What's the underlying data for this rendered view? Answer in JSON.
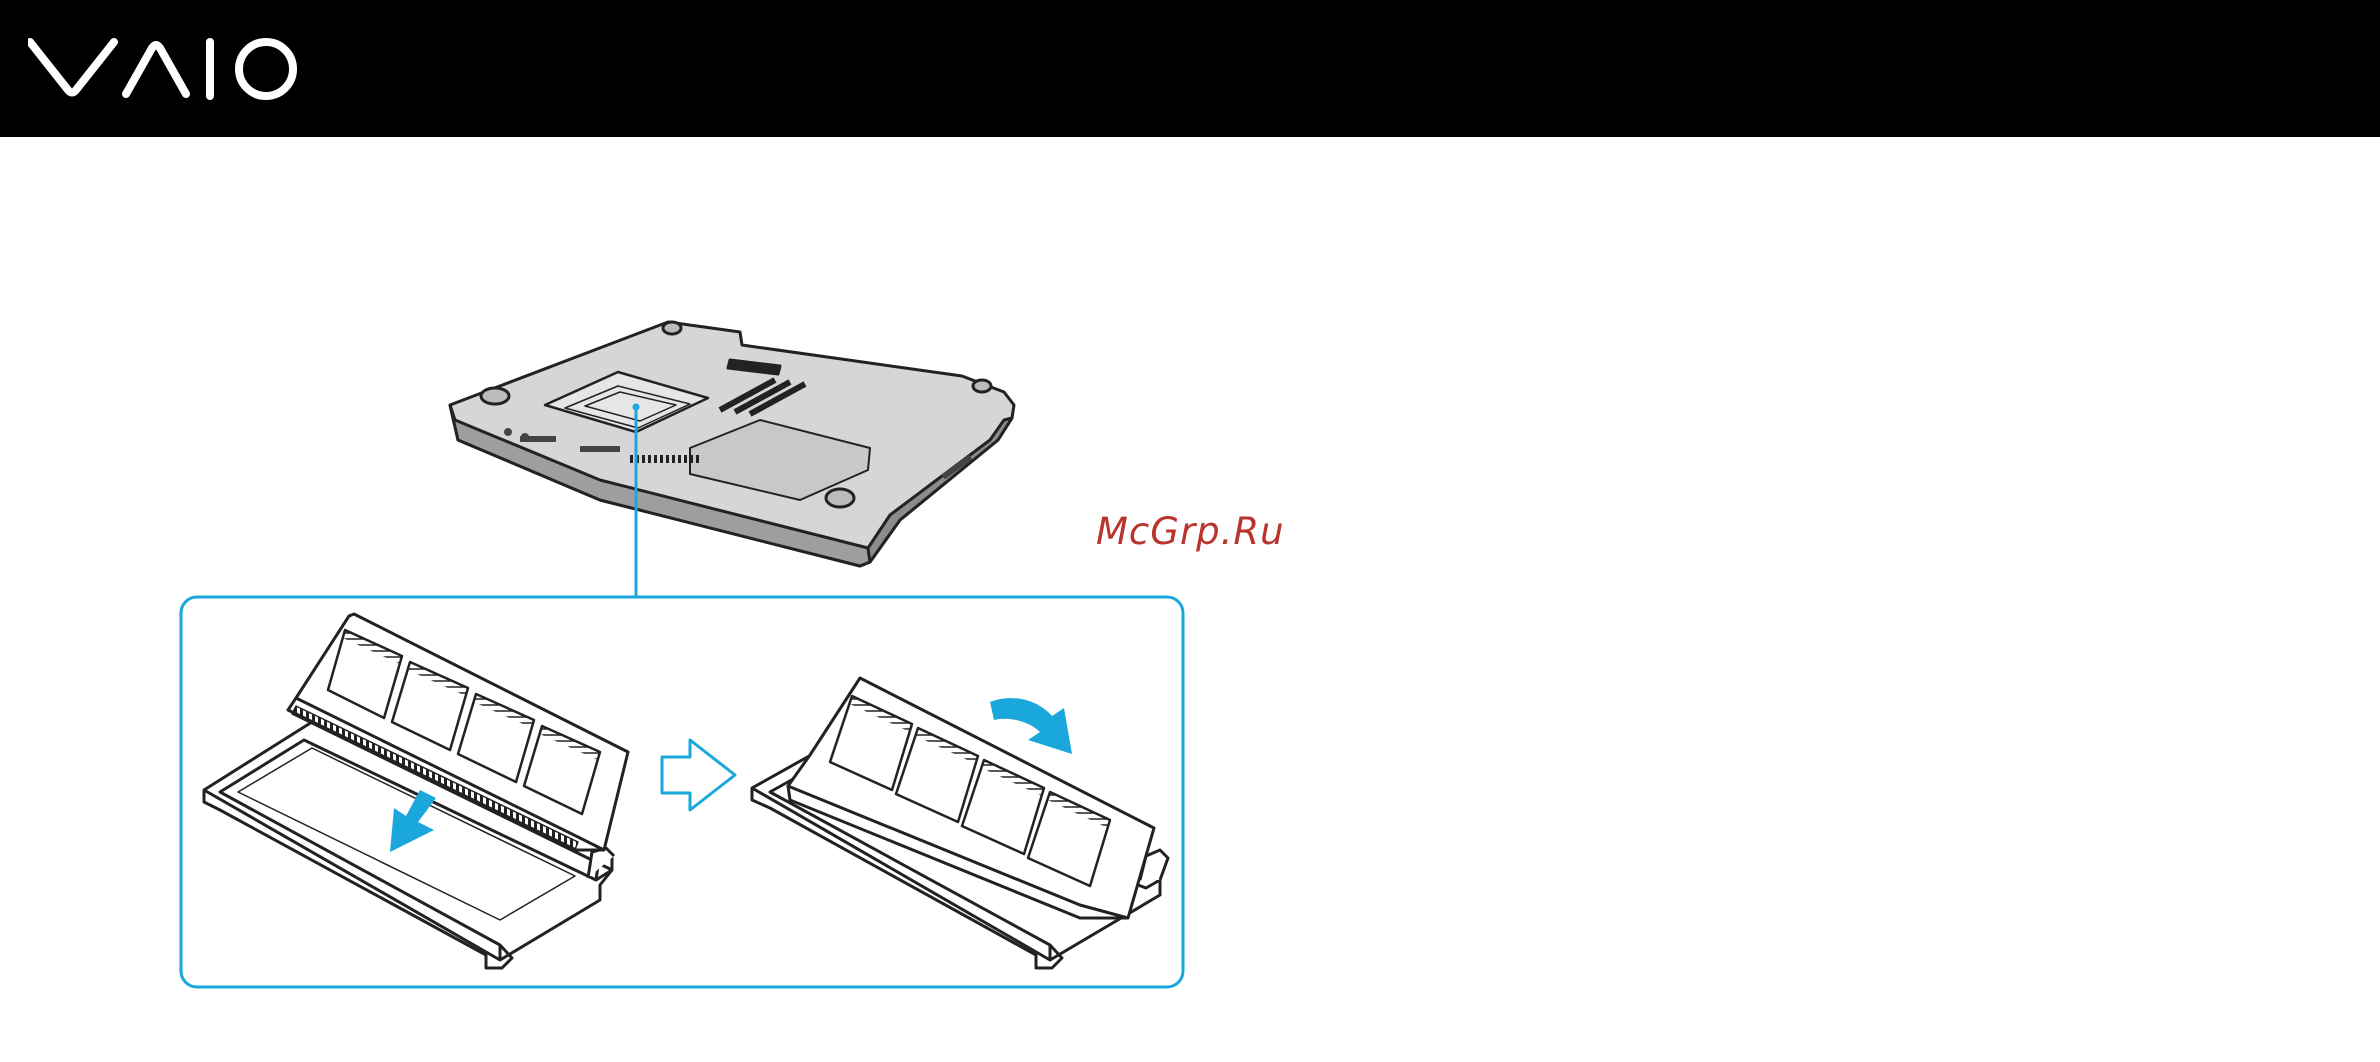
{
  "header": {
    "logo_text": "VAIO",
    "background": "#000000",
    "logo_color": "#ffffff"
  },
  "watermark": {
    "text": "McGrp.Ru",
    "color": "#b8342d"
  },
  "illustration": {
    "accent_color": "#1aa7dc",
    "steps": [
      "insert-memory-module-at-angle",
      "press-module-down-until-click"
    ],
    "icons": [
      "laptop-underside-icon",
      "memory-module-icon",
      "step-arrow-icon",
      "press-down-arrow-icon"
    ]
  }
}
